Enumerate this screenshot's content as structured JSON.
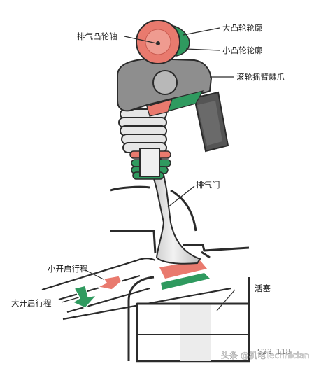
{
  "labels": {
    "exhaust_camshaft": "排气凸轮轴",
    "large_cam_profile": "大凸轮轮廓",
    "small_cam_profile": "小凸轮轮廓",
    "roller_rocker_arm": "滚轮摇臂棘爪",
    "exhaust_valve": "排气门",
    "small_lift": "小开启行程",
    "large_lift": "大开启行程",
    "piston": "活塞"
  },
  "figure_number": "S22_118",
  "watermark": "头条 @机电Technician",
  "colors": {
    "cam_large": "#e97a6e",
    "cam_small_green": "#2f9a5f",
    "rocker_gray": "#8e8e8e",
    "spring_gray": "#dcdcdc",
    "outline": "#2b2b2b"
  }
}
